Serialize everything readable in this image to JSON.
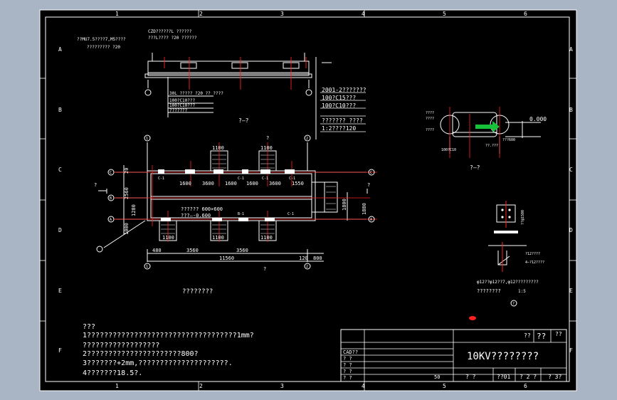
{
  "colors": {
    "background": "#a9b4c4",
    "paper": "#000000",
    "line": "#ffffff",
    "center": "#ff2020",
    "accent_green": "#17c23a"
  },
  "border": {
    "cols": [
      "1",
      "2",
      "3",
      "4",
      "5",
      "6"
    ],
    "rows": [
      "A",
      "B",
      "C",
      "D",
      "E",
      "F"
    ]
  },
  "section_top": {
    "note_left1": "??MU7.5????7,M5????",
    "note_left2": "????????? ?20",
    "note_top1": "CZD??????L ??????",
    "note_top2": "???L???? ?20 ??????",
    "leg1": "30L ????? ?20 ?? ????",
    "leg2": "100?C10???",
    "leg3": "100?C10???",
    "leg4": "???????",
    "title": "?—?"
  },
  "layer_list": [
    "2001-2???????",
    "100?C15???",
    "100?C10???",
    "??????? ????",
    "1:2????120"
  ],
  "plan": {
    "dims_top": [
      "1100",
      "1100"
    ],
    "dims_row": [
      "1600",
      "3600",
      "1600",
      "1600",
      "3600",
      "1550"
    ],
    "dims_bottom": [
      "1100",
      "1100",
      "1100"
    ],
    "axis_dims": [
      "480",
      "3560",
      "3560"
    ],
    "total": "11560",
    "right_dim": "800",
    "left_dims": [
      "20",
      "2560",
      "1280",
      "1000"
    ],
    "side_dim": "1800",
    "side_dim2": "1880",
    "text1": "?????? 600×600",
    "text2": "???—-0.600",
    "beam_labels": [
      "C-1",
      "C-1",
      "C-1",
      "C-1",
      "B-1",
      "C-1"
    ],
    "axis_left": [
      "C",
      "B",
      "A"
    ],
    "axis_right": [
      "C",
      "A"
    ],
    "axis_top": [
      "1",
      "2"
    ],
    "cut_mark": "?",
    "cut_mark_bottom": "?",
    "small_note": "120",
    "caption": "????????"
  },
  "section_right": {
    "title": "?—?",
    "elev": "0.000",
    "notes": [
      "????",
      "????",
      "????",
      "100?C10",
      "??.???"
    ],
    "note2": "???600"
  },
  "detail": {
    "note1": "??@1500",
    "label1": "?12????",
    "label2": "4—?12????",
    "cap1": "φ12??φ12??7,φ12?????????",
    "cap2": "????????",
    "scale": "1:5",
    "circle": "?"
  },
  "notes": {
    "head": "???",
    "lines": [
      "1???????????????????????????????????1mm?",
      "??????????????????",
      "2??????????????????????800?",
      "3???????+2mm,?????????????????????.",
      "4???????18.5?."
    ]
  },
  "title_block": {
    "r1a": "??",
    "r1b": "??",
    "r1c": "??",
    "project": "10KV????????",
    "cad": "CAD??",
    "rows": [
      "? ?",
      "? ?",
      "? ?",
      "? ?"
    ],
    "scale_val": "50",
    "b1": "? ?",
    "b2": "??01",
    "b3": "? 2 ?",
    "b4": "? 3?"
  }
}
